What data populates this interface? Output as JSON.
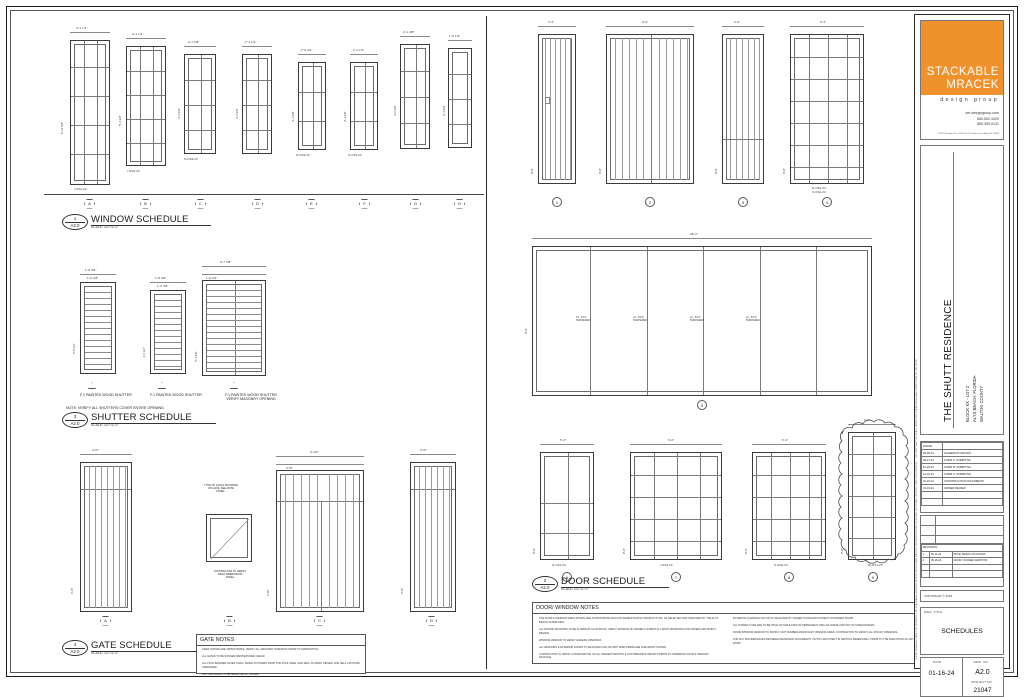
{
  "sheet": {
    "drawing_title": "SCHEDULES",
    "project_name": "THE SHUTT RESIDENCE",
    "project_address_lines": [
      "BLOCK XX - LOT 2",
      "ALYS BEACH, FLORIDA",
      "WALTON COUNTY"
    ],
    "date_label": "DATE",
    "date_value": "01-16-24",
    "dwg_no_label": "DWG. NO.",
    "dwg_no_value": "A2.0",
    "project_no_label": "PROJECT NO.",
    "project_no_value": "21047",
    "dwg_title_label": "DWG. TITLE",
    "copyright": "COPYRIGHT © 2023"
  },
  "logo": {
    "line1": "STACKABLE",
    "line2": "MRACEK",
    "tagline": "design group",
    "accent_color": "#F0922B",
    "contact": [
      "sm-designgroup.com",
      "850.502.4420",
      "850.399.0131"
    ],
    "legal": "©2023 Columbia Class 2018 Site 111 North Ocean Beach FL 33068"
  },
  "spine_note": "THESE DRAWINGS ARE THE PROPERTY OF STACKABLE MRACEK DESIGN GROUP AND MAY NOT BE REPRODUCED IN WHOLE OR IN PART WITHOUT WRITTEN CONSENT - THE CONTRACTOR SHALL VERIFY ALL DIMENSIONS AND CONDITIONS IN THE FIELD",
  "phase_table": {
    "header": "PHASE",
    "rows": [
      [
        "09-05-23",
        "SCHEMATIC DESIGN"
      ],
      [
        "09-27-23",
        "FORM 'A' SUBMITTAL"
      ],
      [
        "10-25-23",
        "FORM 'B' SUBMITTAL"
      ],
      [
        "12-04-23",
        "FORM 'C' SUBMITTAL"
      ],
      [
        "01-16-24",
        "CONSTRUCTION DOCUMENTS"
      ],
      [
        "01-16-24",
        "OWNER REVIEW"
      ]
    ]
  },
  "revisions": {
    "header": "REVISIONS",
    "rows": [
      [
        "1",
        "02-11-22",
        "ROOF DRAIN LOCATIONS"
      ],
      [
        "2",
        "05-18-24",
        "DOOR / SCREEN ADDITION"
      ]
    ]
  },
  "sections": [
    {
      "num": "1",
      "den": "A2.0",
      "title": "WINDOW SCHEDULE",
      "scale": "SCALE: 1/2\"=1'-0\""
    },
    {
      "num": "2",
      "den": "A2.0",
      "title": "DOOR SCHEDULE",
      "scale": "SCALE: 1/2\"=1'-0\""
    },
    {
      "num": "3",
      "den": "A2.0",
      "title": "SHUTTER SCHEDULE",
      "scale": "SCALE: 1/2\"=1'-0\""
    },
    {
      "num": "4",
      "den": "A2.0",
      "title": "GATE SCHEDULE",
      "scale": "SCALE: 1/2\"=1'-0\""
    }
  ],
  "window_schedule": {
    "tags": [
      "A",
      "B",
      "C",
      "D",
      "E",
      "F",
      "G",
      "H"
    ],
    "marks": [
      "I-OS4-23",
      "I-OS3-23",
      "S-OS3-23",
      "",
      "S-OS3-23",
      "S-OS3-23",
      "",
      ""
    ],
    "widths": [
      "3'-1 1/4\"",
      "3'-1 1/4\"",
      "2'-1 3/8\"",
      "2'-1 1/4\"",
      "2'-0 3/4\"",
      "2'-1 1/4\"",
      "2'-1 3/8\"",
      "1'-9 1/4\""
    ],
    "heights": [
      "5'-11 5/8\"",
      "5'-4 3/8\"",
      "4'-4 3/8\"",
      "4'-4 3/8\"",
      "4'-4 3/8\"",
      "3'-4 3/8\"",
      "3'-6 3/8\"",
      "3'-4 3/8\""
    ]
  },
  "shutter_schedule": {
    "notes": [
      "F.1 PAINTED WOOD SHUTTER",
      "F.1 PAINTED WOOD SHUTTER",
      "F.1 PAINTED WOOD SHUTTER\nVERIFY MASONRY OPENING"
    ],
    "general_note": "NOTE: VERIFY ALL SHUTTERS COVER ENTIRE OPENING",
    "widths": [
      "1'-8 3/8\"",
      "1'-8 3/8\"",
      "3'-7 3/8\""
    ],
    "sub_widths": [
      "1'-6 3/8\"",
      "1'-6 3/8\"",
      "1'-9 3/4\""
    ],
    "heights": [
      "5'-0 1/2\"",
      "4'-6 1/2\"",
      "5'-4 3/8\""
    ]
  },
  "gate_schedule": {
    "tags": [
      "A",
      "B",
      "C",
      "D"
    ],
    "notes_title": "GATE NOTES",
    "notes": [
      "SIZES SHOWN ARE APPROXIMATE. VERIFY ALL MASONRY OPENINGS PRIOR TO FABRICATION.",
      "ALL GATES TO BE STAINED WESTERN RED CEDAR.",
      "ALL POOL BARRIER GATES SHALL SWING OUTWARD FROM THE POOL AREA, AND SELF CLOSING HINGES, AND SELF LATCHING HARDWARE.",
      "ALL HARDWARE TO BE SELECTED BY OWNER."
    ],
    "detail_note": "TYPE OF LATCH MOUNTED\nON GATE. SEE NOTE\nPANEL.",
    "detail_caption": "CONTRACTOR TO VERIFY\nFIELD DIMENSIONS\nPANEL"
  },
  "door_schedule": {
    "tags": [
      "1",
      "2",
      "3",
      "4",
      "5",
      "6",
      "7",
      "8",
      "9"
    ],
    "marks": [
      "R-OS2-23\nX-OS2-23",
      "G-OS1-23",
      "I-OS2-23",
      "S-OS2-23",
      "W-OS1-23"
    ],
    "widths": [
      "3'-4\"",
      "6'-0\"",
      "3'-0\"",
      "5'-4\"",
      "28'-0\""
    ],
    "heights": [
      "8'-0\"",
      "8'-0\"",
      "8'-0\"",
      "8'-0\"",
      "8'-0\""
    ]
  },
  "door_window_notes": {
    "title": "DOOR/ WINDOW NOTES",
    "left_column": [
      "THE DOOR & WINDOW SIZES SHOWN ARE APPROXIMATE AND FOR SIERRA PACIFIC PRODUCTS INC. AS SELECTED AND SPECIFIED BY THE ALYS BEACH GUIDELINES.",
      "ALL DOORS/ WINDOWS TO BE ALUMINUM CLAD WOOD. VERIFY WINDOW W/ OWNER & SUBMIT ALL SHOP DRAWINGS FOR OWNER/ ARCHITECT REVIEW.",
      "WINDOW VENDOR TO VERIFY EGRESS OPENINGS.",
      "ALL WINDOWS & EXTERIOR DOORS TO BE RATED FOR 140 MPH WIND PRESSURE & BE IMPACT RATED.",
      "CONTRACTOR TO VERIFY COORDINATION OF ALL HEADER HEIGHTS & JOIST/BEARING HEIGHTS PRIOR TO ORDERING DOOR & WINDOW PACKAGE."
    ],
    "right_column": [
      "EXTERIOR CLADDING COLOR AS SELECTED BY OWNER IN MANUFACTURER'S STANDARD FINISH.",
      "ALL DIVIDED LITES ARE TO BE TRUE OR SIMULATED W/ PERMANENT GRILLES INSIDE AND OUT W/ SHADOW BARS.",
      "DOOR/ WINDOW VENDOR TO SUPPLY UNIT NUMBER AND ROUGH OPENING SIZES. CONTRACTOR TO VERIFY ALL ROUGH OPENINGS.",
      "FOR ANY DISCREPANCIES BETWEEN DRAWINGS/ DOCUMENTS, NOTIFY ARCHITECT IN WRITING IMMEDIATELY PRIOR TO THE EXECUTION OF ANY WORK."
    ]
  }
}
